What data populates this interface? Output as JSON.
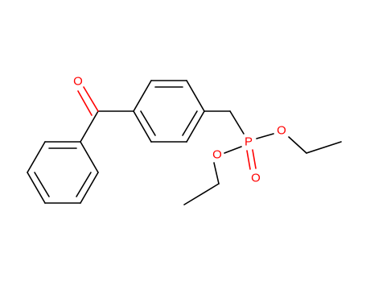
{
  "molecule": {
    "atoms": {
      "o_carbonyl": "O",
      "p": "P",
      "o_ester_right": "O",
      "o_ester_left": "O",
      "o_phosphoryl": "O"
    },
    "colors": {
      "bond": "#000000",
      "oxygen": "#ff0000",
      "phosphorus": "#ff0000",
      "background": "#ffffff"
    }
  }
}
